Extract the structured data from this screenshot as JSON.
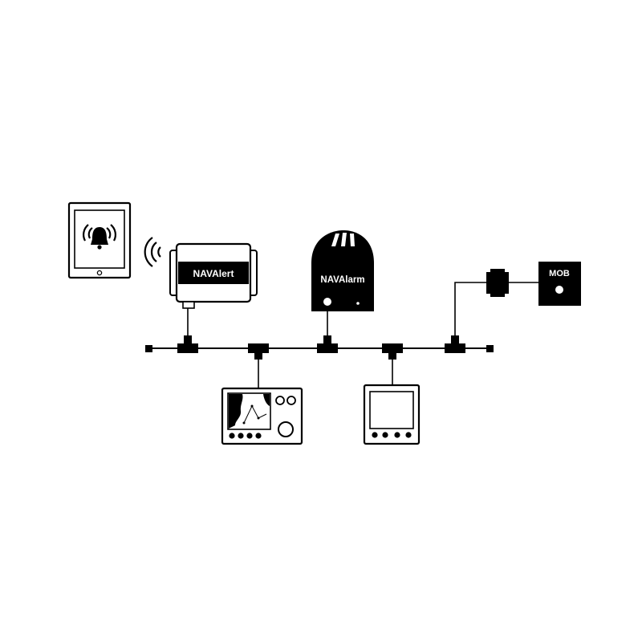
{
  "devices": {
    "navalert": {
      "label": "NAVAlert"
    },
    "navalarm": {
      "label": "NAVAlarm"
    },
    "mob": {
      "label": "MOB"
    }
  },
  "colors": {
    "ink": "#000000",
    "paper": "#ffffff",
    "screen_gray": "#e0e0e0"
  },
  "icons": [
    "tablet-icon",
    "bell-icon",
    "wireless-signal-icon",
    "chartplotter-icon",
    "display-icon",
    "network-terminator-icon",
    "tee-connector-icon",
    "inline-adapter-icon"
  ]
}
